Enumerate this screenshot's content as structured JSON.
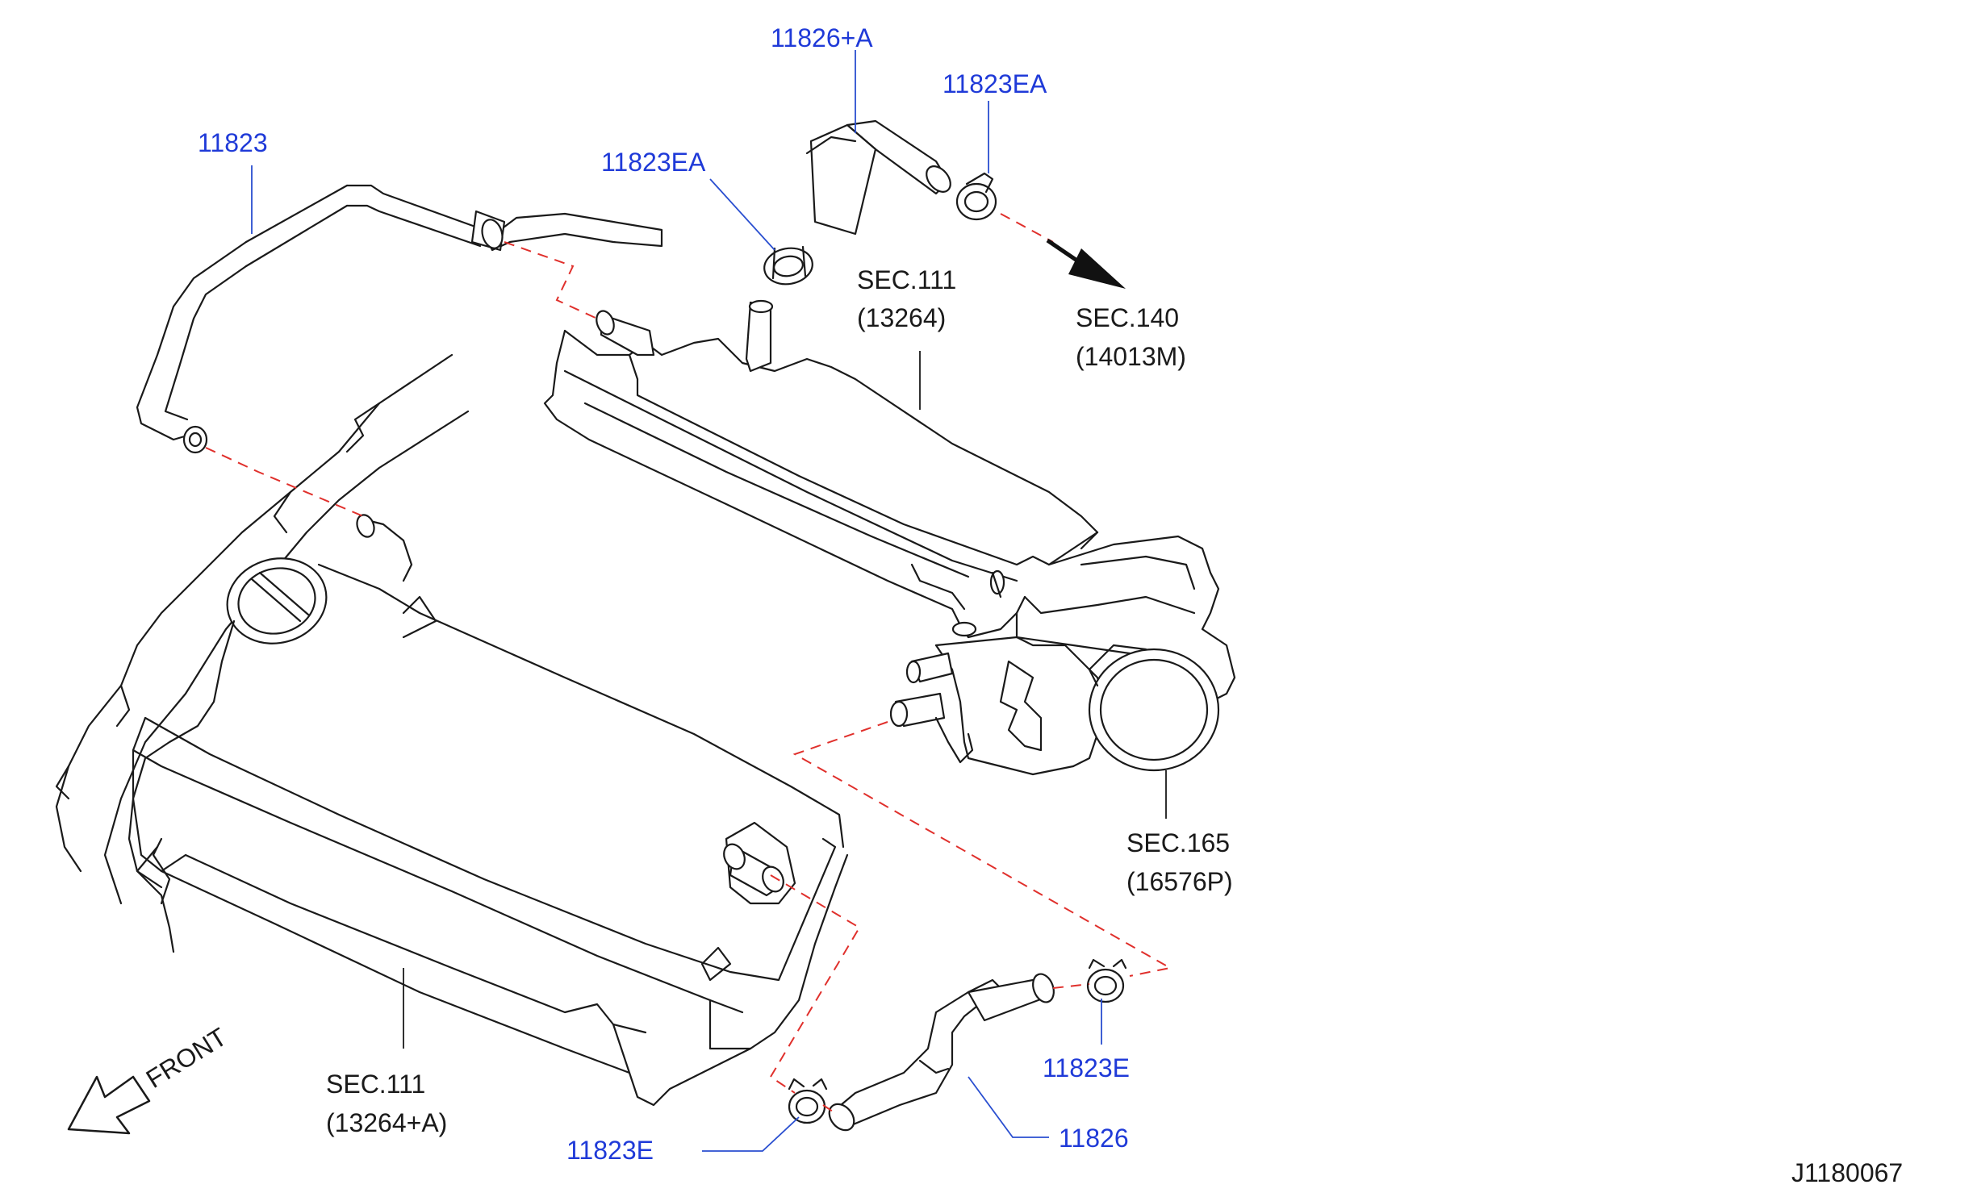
{
  "part_labels": {
    "hose_11823": "11823",
    "hose_11826a": "11826+A",
    "clamp_11823ea_top": "11823EA",
    "clamp_11823ea_mid": "11823EA",
    "hose_11826": "11826",
    "clamp_11823e_right": "11823E",
    "clamp_11823e_bottom": "11823E"
  },
  "section_refs": {
    "sec111_upper": {
      "sec": "SEC.111",
      "code": "(13264)"
    },
    "sec140": {
      "sec": "SEC.140",
      "code": "(14013M)"
    },
    "sec165": {
      "sec": "SEC.165",
      "code": "(16576P)"
    },
    "sec111_lower": {
      "sec": "SEC.111",
      "code": "(13264+A)"
    }
  },
  "front_label": "FRONT",
  "diagram_code": "J1180067",
  "colors": {
    "part_number": "#1f3ad8",
    "section_text": "#1a1a1a",
    "phantom_line": "#e0302c",
    "outline": "#1a1a1a"
  }
}
